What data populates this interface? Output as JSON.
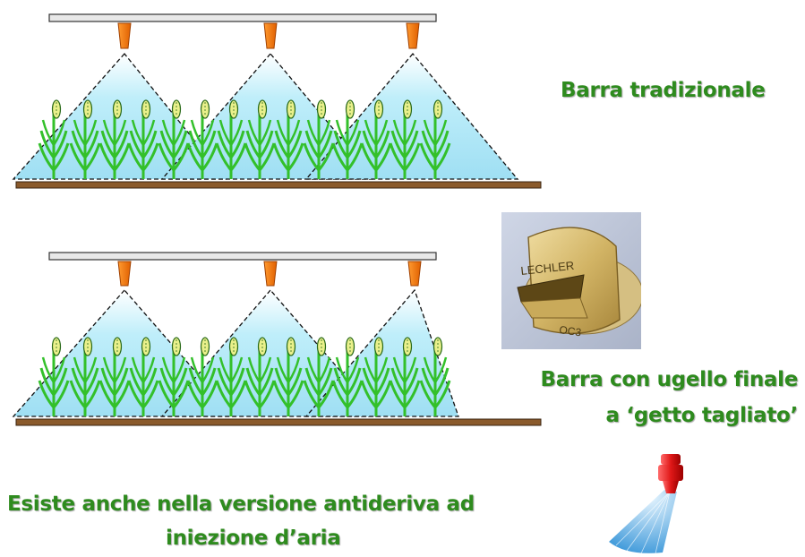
{
  "diagram": {
    "top_label": "Barra tradizionale",
    "middle_label_line1": "Barra con ugello finale",
    "middle_label_line2": "a ‘getto tagliato’",
    "bottom_label_line1": "Esiste anche nella versione antideriva ad",
    "bottom_label_line2": "iniezione d’aria",
    "nozzle_photo_text_top": "LECHLER",
    "nozzle_photo_text_bottom": "OC3"
  },
  "colors": {
    "label_green": "#2e8b1e",
    "spray_blue": "#a9e4f6",
    "boom_gray": "#e8e8e8",
    "nozzle_orange": "#f07a10",
    "ground_brown": "#8a5a2b",
    "plant_green": "#33c02a"
  }
}
